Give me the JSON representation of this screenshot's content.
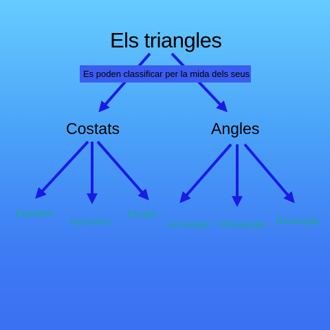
{
  "title": "Els triangles",
  "subtitle": "Es poden classificar per la mida dels seus",
  "categories": [
    {
      "label": "Costats",
      "items": [
        "Equilàter",
        "Isòsceles",
        "Escalè"
      ]
    },
    {
      "label": "Angles",
      "items": [
        "Acutangle",
        "Obtusangle",
        "Rectangle"
      ]
    }
  ],
  "colors": {
    "arrow": "#1a1ae6",
    "subtitle_box": "#3b5cf0",
    "leaf_text": "#1aa88e",
    "background_top": "#66ccff",
    "background_bottom": "#3a70f2"
  }
}
